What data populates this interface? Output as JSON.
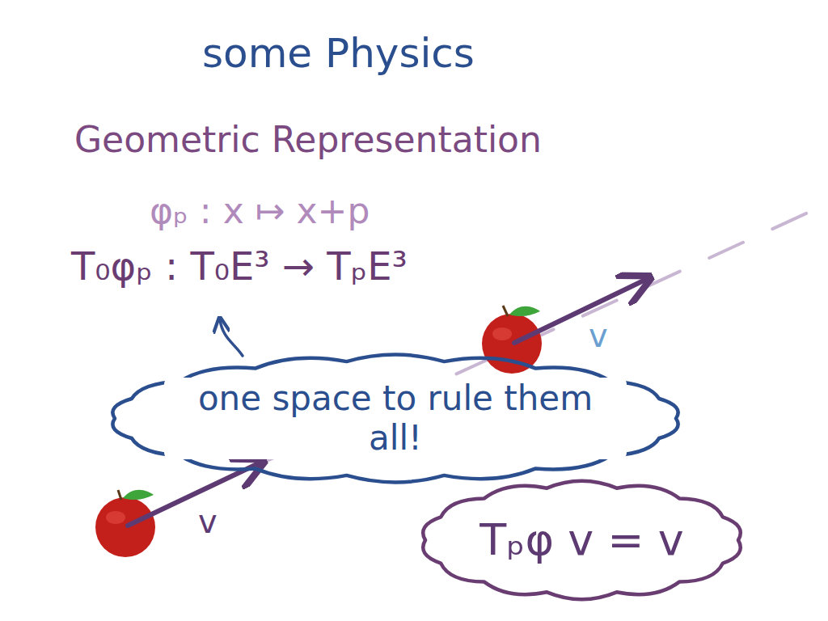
{
  "diagram": {
    "title": "some Physics",
    "nodes": [
      {
        "text": [
          "one space to rule them all!"
        ]
      },
      {
        "text": [
          "Tₚφ v = v"
        ]
      }
    ],
    "labels": [
      "Geometric Representation",
      "φₚ : x ↦ x+p",
      "T₀φₚ : T₀E³ → TₚE³",
      "v",
      "v"
    ]
  }
}
